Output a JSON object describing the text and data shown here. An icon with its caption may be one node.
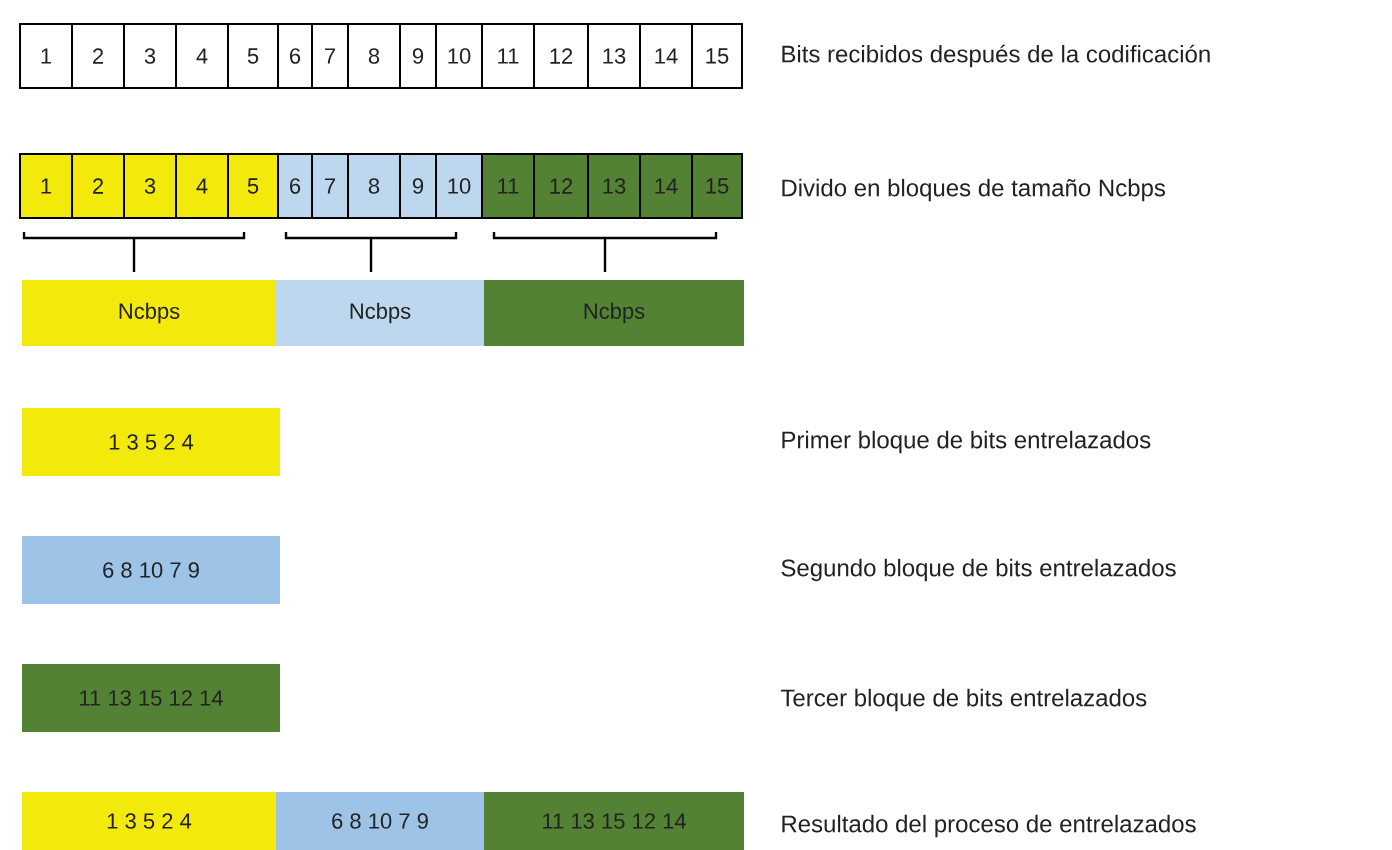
{
  "diagram": {
    "nodes": [
      {
        "text": [
          "1"
        ]
      },
      {
        "text": [
          "2"
        ]
      },
      {
        "text": [
          "3"
        ]
      },
      {
        "text": [
          "4"
        ]
      },
      {
        "text": [
          "5"
        ]
      },
      {
        "text": [
          "6"
        ]
      },
      {
        "text": [
          "7"
        ]
      },
      {
        "text": [
          "8"
        ]
      },
      {
        "text": [
          "9"
        ]
      },
      {
        "text": [
          "10"
        ]
      },
      {
        "text": [
          "11"
        ]
      },
      {
        "text": [
          "12"
        ]
      },
      {
        "text": [
          "13"
        ]
      },
      {
        "text": [
          "14"
        ]
      },
      {
        "text": [
          "15"
        ]
      },
      {
        "text": [
          "1"
        ]
      },
      {
        "text": [
          "2"
        ]
      },
      {
        "text": [
          "3"
        ]
      },
      {
        "text": [
          "4"
        ]
      },
      {
        "text": [
          "5"
        ]
      },
      {
        "text": [
          "6"
        ]
      },
      {
        "text": [
          "7"
        ]
      },
      {
        "text": [
          "8"
        ]
      },
      {
        "text": [
          "9"
        ]
      },
      {
        "text": [
          "10"
        ]
      },
      {
        "text": [
          "11"
        ]
      },
      {
        "text": [
          "12"
        ]
      },
      {
        "text": [
          "13"
        ]
      },
      {
        "text": [
          "14"
        ]
      },
      {
        "text": [
          "15"
        ]
      },
      {
        "text": [
          "Ncbps"
        ]
      },
      {
        "text": [
          "Ncbps"
        ]
      },
      {
        "text": [
          "Ncbps"
        ]
      },
      {
        "text": [
          "1 3 5 2 4"
        ]
      },
      {
        "text": [
          "6 8 10 7 9"
        ]
      },
      {
        "text": [
          "11 13 15 12 14"
        ]
      },
      {
        "text": [
          "1 3 5 2 4"
        ]
      },
      {
        "text": [
          "6 8 10 7 9"
        ]
      },
      {
        "text": [
          "11 13 15 12 14"
        ]
      }
    ],
    "labels": [
      "Bits recibidos después de la codificación",
      "Divido en bloques de tamaño Ncbps",
      "Primer bloque de bits entrelazados",
      "Segundo bloque de bits entrelazados",
      "Tercer bloque de bits entrelazados",
      "Resultado del proceso de entrelazados"
    ]
  }
}
